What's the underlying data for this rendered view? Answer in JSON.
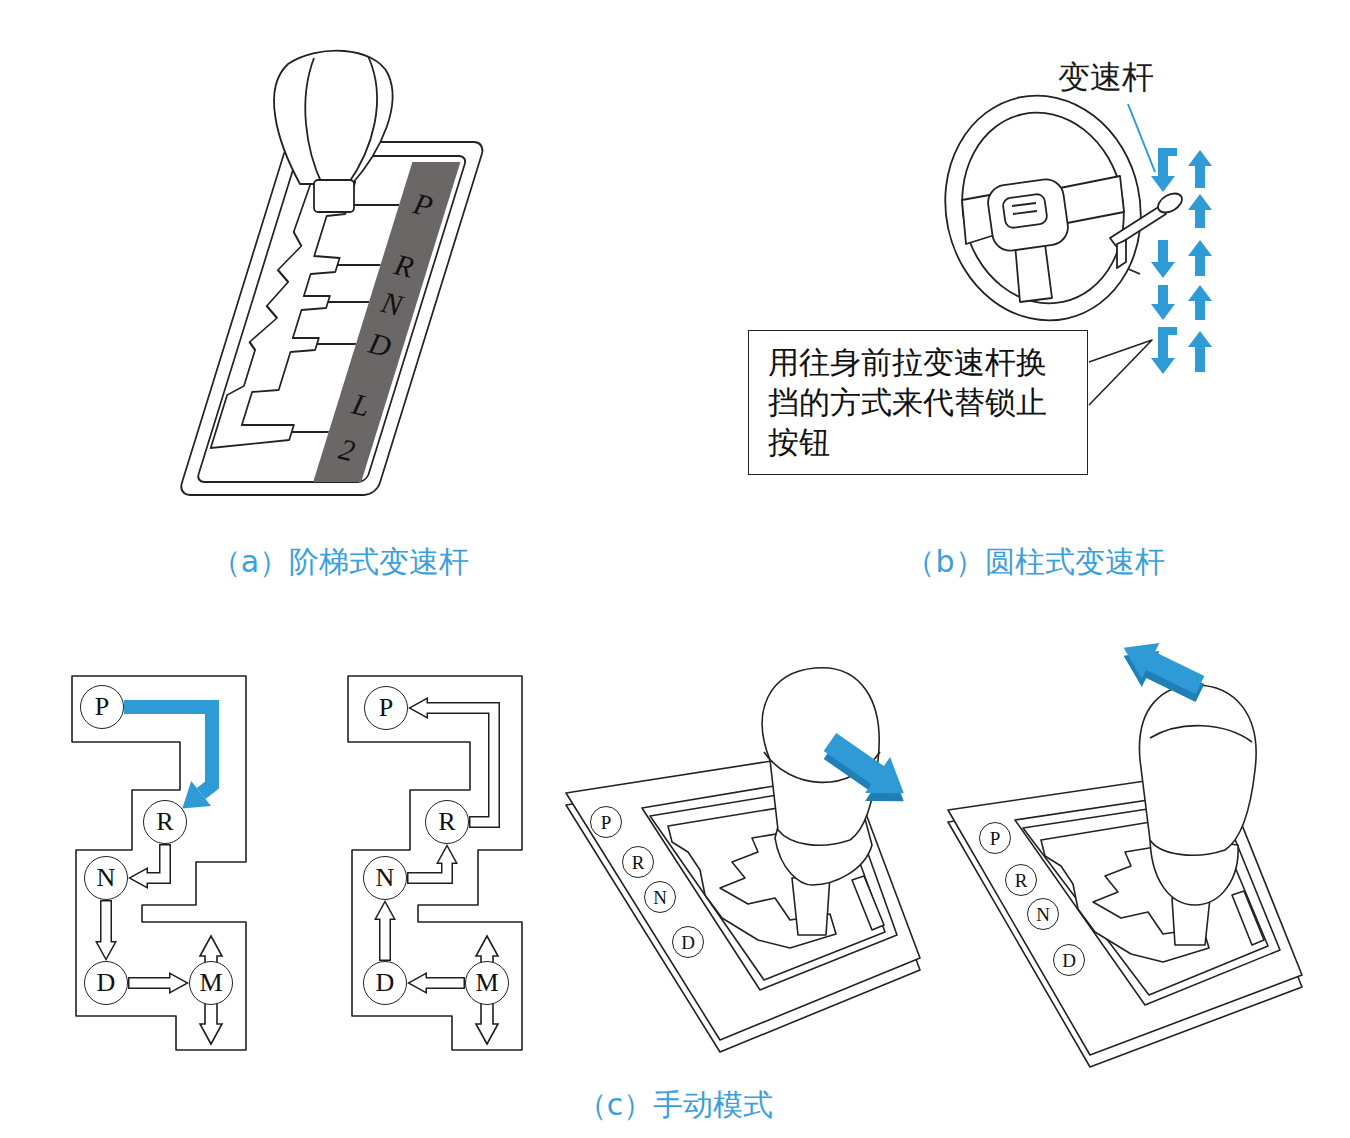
{
  "diagram": {
    "nodes": [
      {
        "text": [
          "P",
          "R",
          "N",
          "D",
          "L",
          "2"
        ]
      },
      {
        "text": [
          "用往身前拉变速杆换挡的方式来代替锁止按钮"
        ]
      },
      {
        "text": [
          "P"
        ]
      },
      {
        "text": [
          "R"
        ]
      },
      {
        "text": [
          "N"
        ]
      },
      {
        "text": [
          "D"
        ]
      },
      {
        "text": [
          "M"
        ]
      },
      {
        "text": [
          "P"
        ]
      },
      {
        "text": [
          "R"
        ]
      },
      {
        "text": [
          "N"
        ]
      },
      {
        "text": [
          "D"
        ]
      },
      {
        "text": [
          "M"
        ]
      },
      {
        "text": [
          "P"
        ]
      },
      {
        "text": [
          "R"
        ]
      },
      {
        "text": [
          "N"
        ]
      },
      {
        "text": [
          "D"
        ]
      },
      {
        "text": [
          "P"
        ]
      },
      {
        "text": [
          "R"
        ]
      },
      {
        "text": [
          "N"
        ]
      },
      {
        "text": [
          "D"
        ]
      }
    ],
    "edges": [
      {
        "from": 2,
        "to": 3,
        "arrow": "to"
      },
      {
        "from": 3,
        "to": 4,
        "arrow": "to"
      },
      {
        "from": 4,
        "to": 5,
        "arrow": "to"
      },
      {
        "from": 5,
        "to": 6,
        "arrow": "to"
      },
      {
        "from": 11,
        "to": 10,
        "arrow": "to"
      },
      {
        "from": 10,
        "to": 9,
        "arrow": "to"
      },
      {
        "from": 9,
        "to": 8,
        "arrow": "to"
      },
      {
        "from": 8,
        "to": 7,
        "arrow": "to"
      }
    ],
    "labels": [
      "变速杆",
      "（a）阶梯式变速杆",
      "（b）圆柱式变速杆",
      "（c）手动模式"
    ]
  }
}
